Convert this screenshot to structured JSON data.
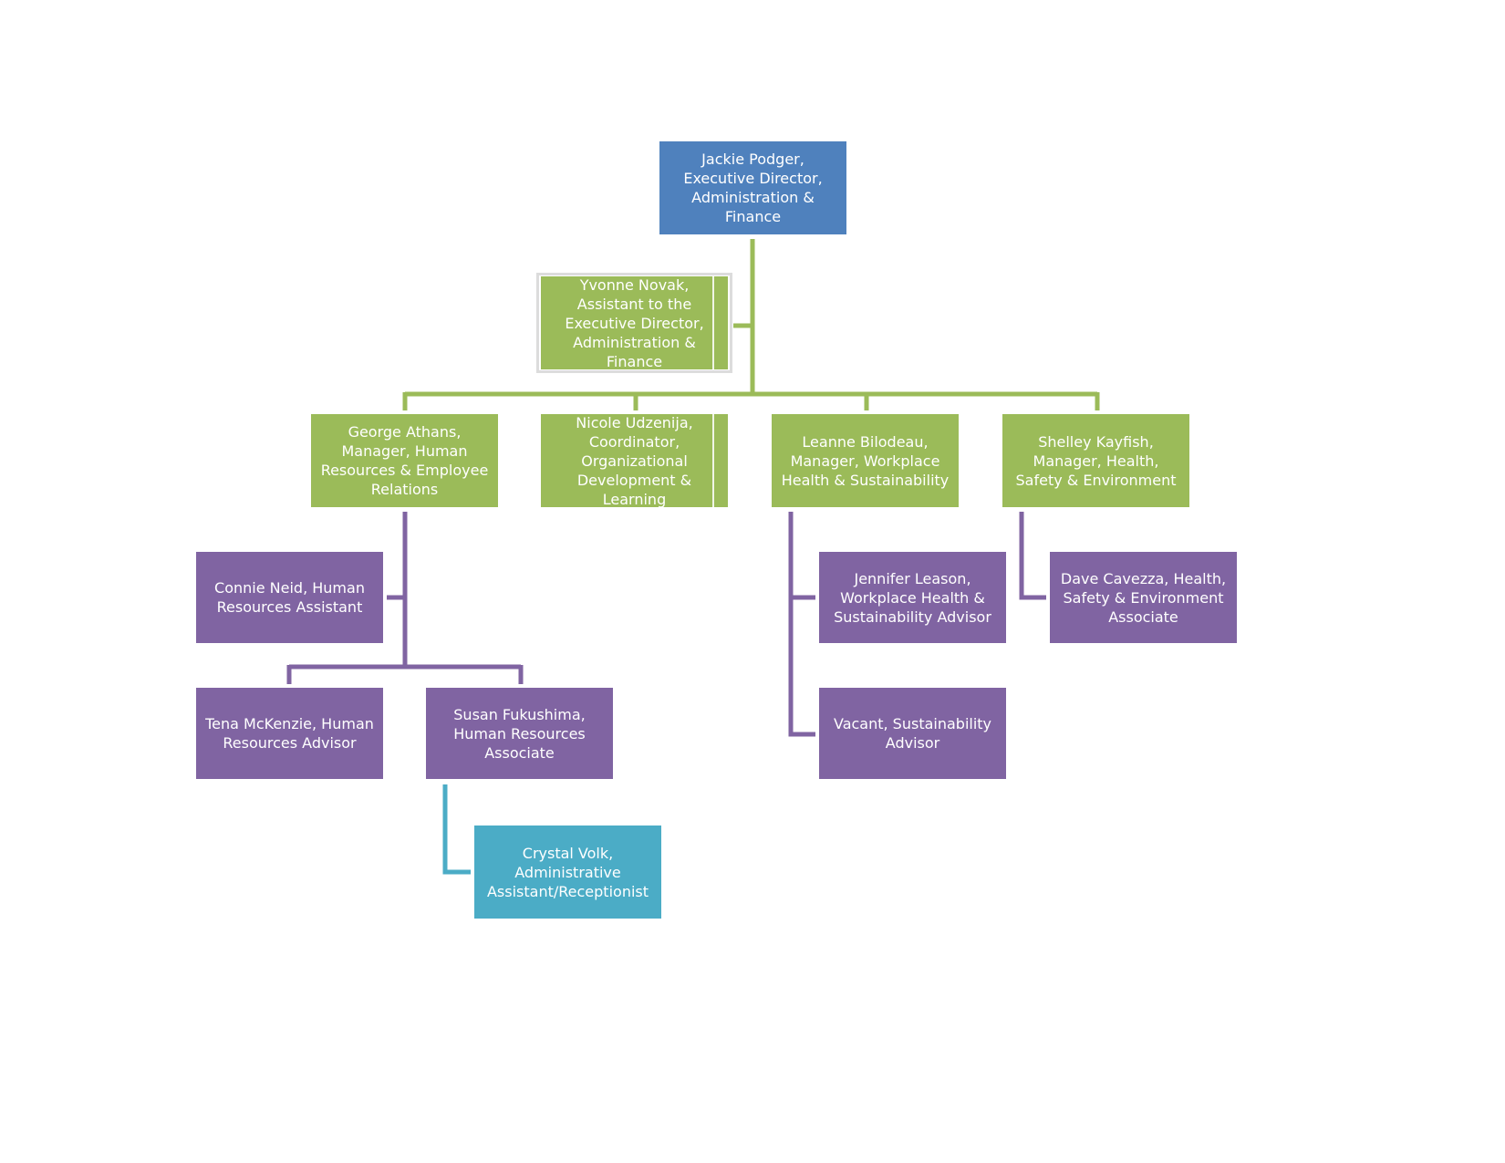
{
  "colors": {
    "executive": "#4f81bd",
    "manager": "#9bbb59",
    "staff": "#8064a2",
    "support": "#4bacc6",
    "connector_green": "#9bbb59",
    "connector_purple": "#8064a2",
    "connector_teal": "#4bacc6"
  },
  "org": {
    "exec": "Jackie Podger, Executive Director, Administration & Finance",
    "assistant": "Yvonne Novak, Assistant to the Executive Director, Administration & Finance",
    "george": "George Athans, Manager, Human Resources & Employee Relations",
    "nicole": "Nicole Udzenija, Coordinator, Organizational Development & Learning",
    "leanne": "Leanne Bilodeau, Manager, Workplace Health & Sustainability",
    "shelley": "Shelley Kayfish, Manager, Health, Safety & Environment",
    "connie": "Connie Neid, Human Resources Assistant",
    "tena": "Tena McKenzie, Human Resources Advisor",
    "susan": "Susan Fukushima, Human Resources Associate",
    "crystal": "Crystal Volk, Administrative Assistant/Receptionist",
    "jennifer": "Jennifer Leason, Workplace Health & Sustainability Advisor",
    "vacant": "Vacant, Sustainability Advisor",
    "dave": "Dave Cavezza, Health, Safety & Environment Associate"
  }
}
